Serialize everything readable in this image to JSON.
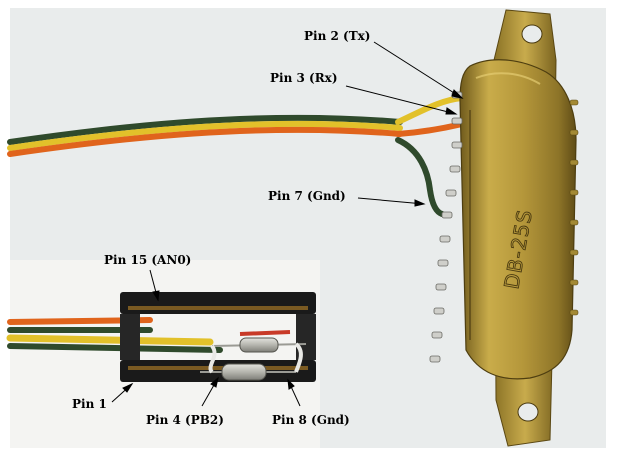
{
  "labels": {
    "pin2": "Pin 2 (Tx)",
    "pin3": "Pin 3 (Rx)",
    "pin7": "Pin 7 (Gnd)",
    "pin15": "Pin 15 (AN0)",
    "pin1": "Pin 1",
    "pin4": "Pin 4 (PB2)",
    "pin8": "Pin 8 (Gnd)",
    "connector_marking": "DB-25S"
  },
  "colors": {
    "background": "#ffffff",
    "photo_background": "#e9ecec",
    "inset_background": "#f4f4f2",
    "wire_green": "#2f4a2c",
    "wire_yellow": "#e2c12a",
    "wire_orange": "#e0641c",
    "connector_brass": "#b89a3c",
    "connector_dark": "#6e5a1e",
    "header_black": "#1a1a1a",
    "resistor_body": "#b9b9b4"
  }
}
